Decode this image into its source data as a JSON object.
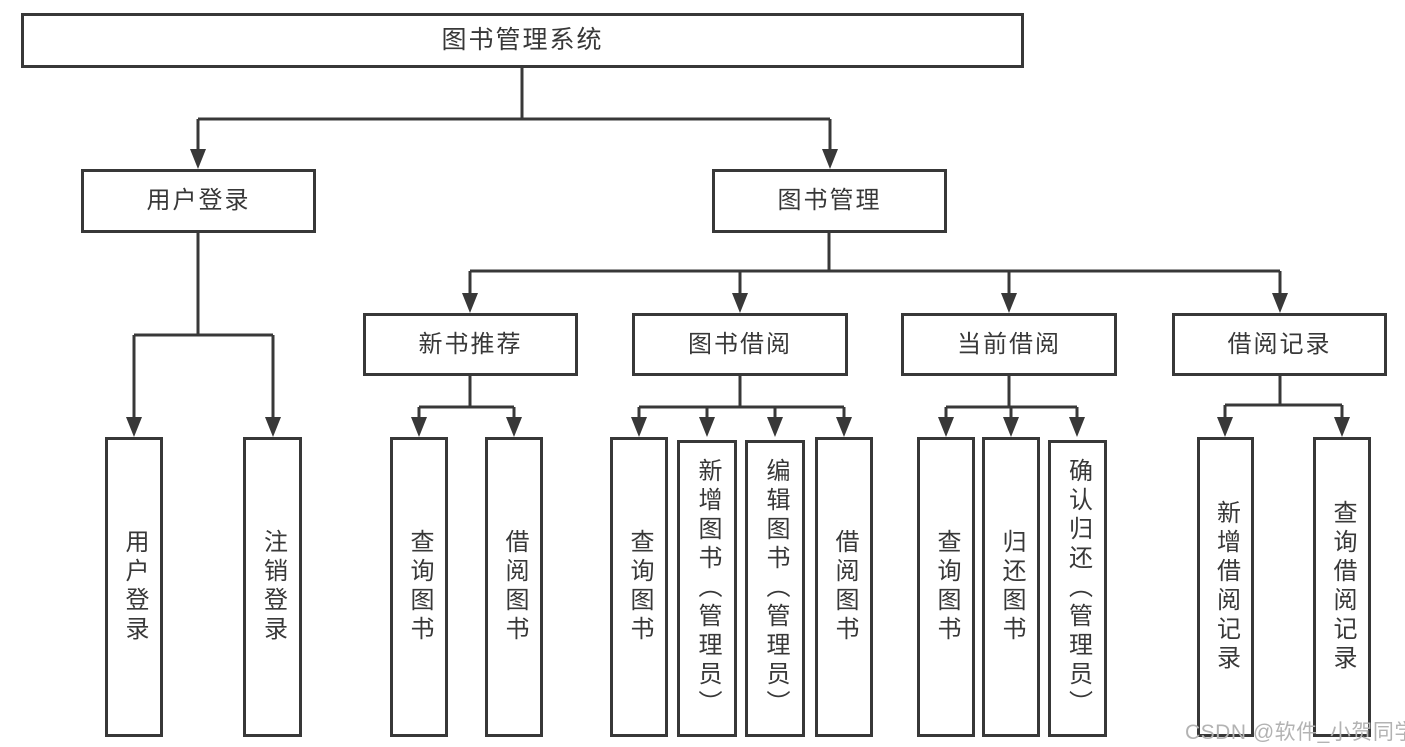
{
  "diagram": {
    "title": "图书管理系统",
    "level2": {
      "user_login": "用户登录",
      "book_management": "图书管理"
    },
    "level3": {
      "new_book_recommend": "新书推荐",
      "book_borrow": "图书借阅",
      "current_borrow": "当前借阅",
      "borrow_records": "借阅记录"
    },
    "leaves": {
      "user_login": "用户登录",
      "logout": "注销登录",
      "query_book_a": "查询图书",
      "borrow_book_a": "借阅图书",
      "query_book_b": "查询图书",
      "add_book_admin": "新增图书（管理员）",
      "edit_book_admin": "编辑图书（管理员）",
      "borrow_book_b": "借阅图书",
      "query_book_c": "查询图书",
      "return_book": "归还图书",
      "confirm_return_admin": "确认归还（管理员）",
      "add_borrow_record": "新增借阅记录",
      "query_borrow_record": "查询借阅记录"
    },
    "watermark": "CSDN @软件_小贺同学"
  },
  "colors": {
    "line": "#383838",
    "box_border": "#383838",
    "text": "#383838",
    "watermark": "#b3b3b3",
    "background": "#ffffff"
  }
}
